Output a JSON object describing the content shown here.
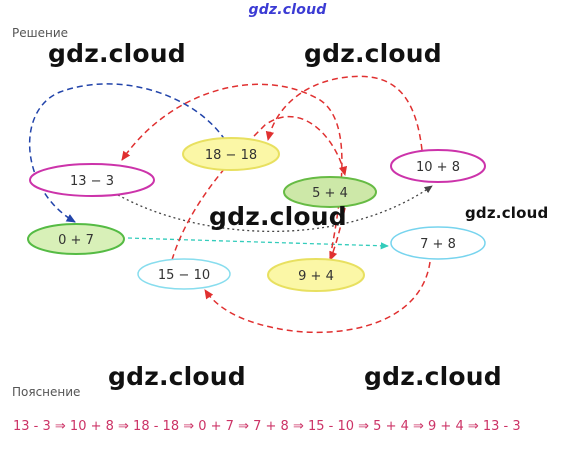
{
  "site_title": "gdz.cloud",
  "solution_label": "Решение",
  "explanation_label": "Пояснение",
  "watermarks": [
    "gdz.cloud",
    "gdz.cloud",
    "gdz.cloud",
    "gdz.cloud",
    "gdz.cloud",
    "gdz.cloud"
  ],
  "nodes": [
    {
      "id": "n1",
      "label": "13 − 3",
      "stroke": "#cc33aa",
      "fill": "#ffffff"
    },
    {
      "id": "n2",
      "label": "18 − 18",
      "stroke": "#e8e060",
      "fill": "#fbf7a6"
    },
    {
      "id": "n3",
      "label": "10 + 8",
      "stroke": "#cc33aa",
      "fill": "#ffffff"
    },
    {
      "id": "n4",
      "label": "5 + 4",
      "stroke": "#66bb44",
      "fill": "#cde8a8"
    },
    {
      "id": "n5",
      "label": "0 + 7",
      "stroke": "#55bb44",
      "fill": "#d8f0b8"
    },
    {
      "id": "n6",
      "label": "7 + 8",
      "stroke": "#77d4ee",
      "fill": "#ffffff"
    },
    {
      "id": "n7",
      "label": "15 − 10",
      "stroke": "#88ddee",
      "fill": "#ffffff"
    },
    {
      "id": "n8",
      "label": "9 + 4",
      "stroke": "#e8e060",
      "fill": "#fbf7a6"
    }
  ],
  "arrows": [
    {
      "from": "13 − 3",
      "to": "10 + 8",
      "color": "#444444"
    },
    {
      "from": "10 + 8",
      "to": "18 − 18",
      "color": "#e03030"
    },
    {
      "from": "18 − 18",
      "to": "0 + 7",
      "color": "#2244aa"
    },
    {
      "from": "0 + 7",
      "to": "7 + 8",
      "color": "#33ccbb"
    },
    {
      "from": "7 + 8",
      "to": "15 − 10",
      "color": "#e03030"
    },
    {
      "from": "15 − 10",
      "to": "5 + 4",
      "color": "#e03030"
    },
    {
      "from": "5 + 4",
      "to": "9 + 4",
      "color": "#e03030"
    },
    {
      "from": "9 + 4",
      "to": "13 − 3",
      "color": "#e03030"
    }
  ],
  "explanation_text": "13 - 3 ⇒ 10 + 8 ⇒ 18 - 18 ⇒ 0 + 7 ⇒ 7 + 8 ⇒ 15 - 10 ⇒ 5 + 4 ⇒ 9 + 4 ⇒ 13 - 3"
}
